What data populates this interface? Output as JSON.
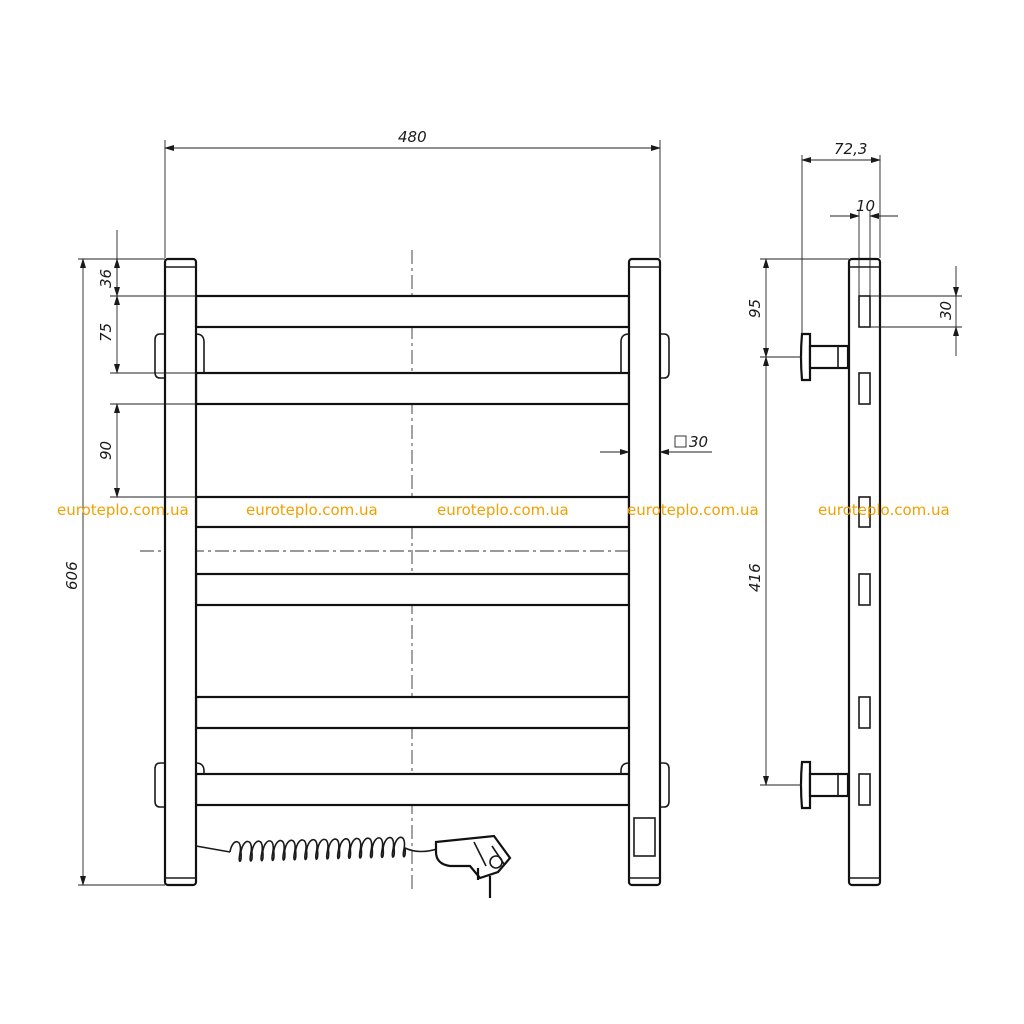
{
  "dimensions": {
    "total_width": "480",
    "total_height": "606",
    "top_offset": "36",
    "top_spacing": "75",
    "mid_spacing": "90",
    "profile": "30",
    "side_depth": "72,3",
    "side_gap": "10",
    "side_top": "95",
    "bracket_spacing": "416",
    "side_profile": "30"
  },
  "watermark": {
    "text": "euroteplo.com.ua"
  },
  "colors": {
    "line": "#1a1a1a",
    "watermark": "#f2a000",
    "background": "#ffffff"
  }
}
